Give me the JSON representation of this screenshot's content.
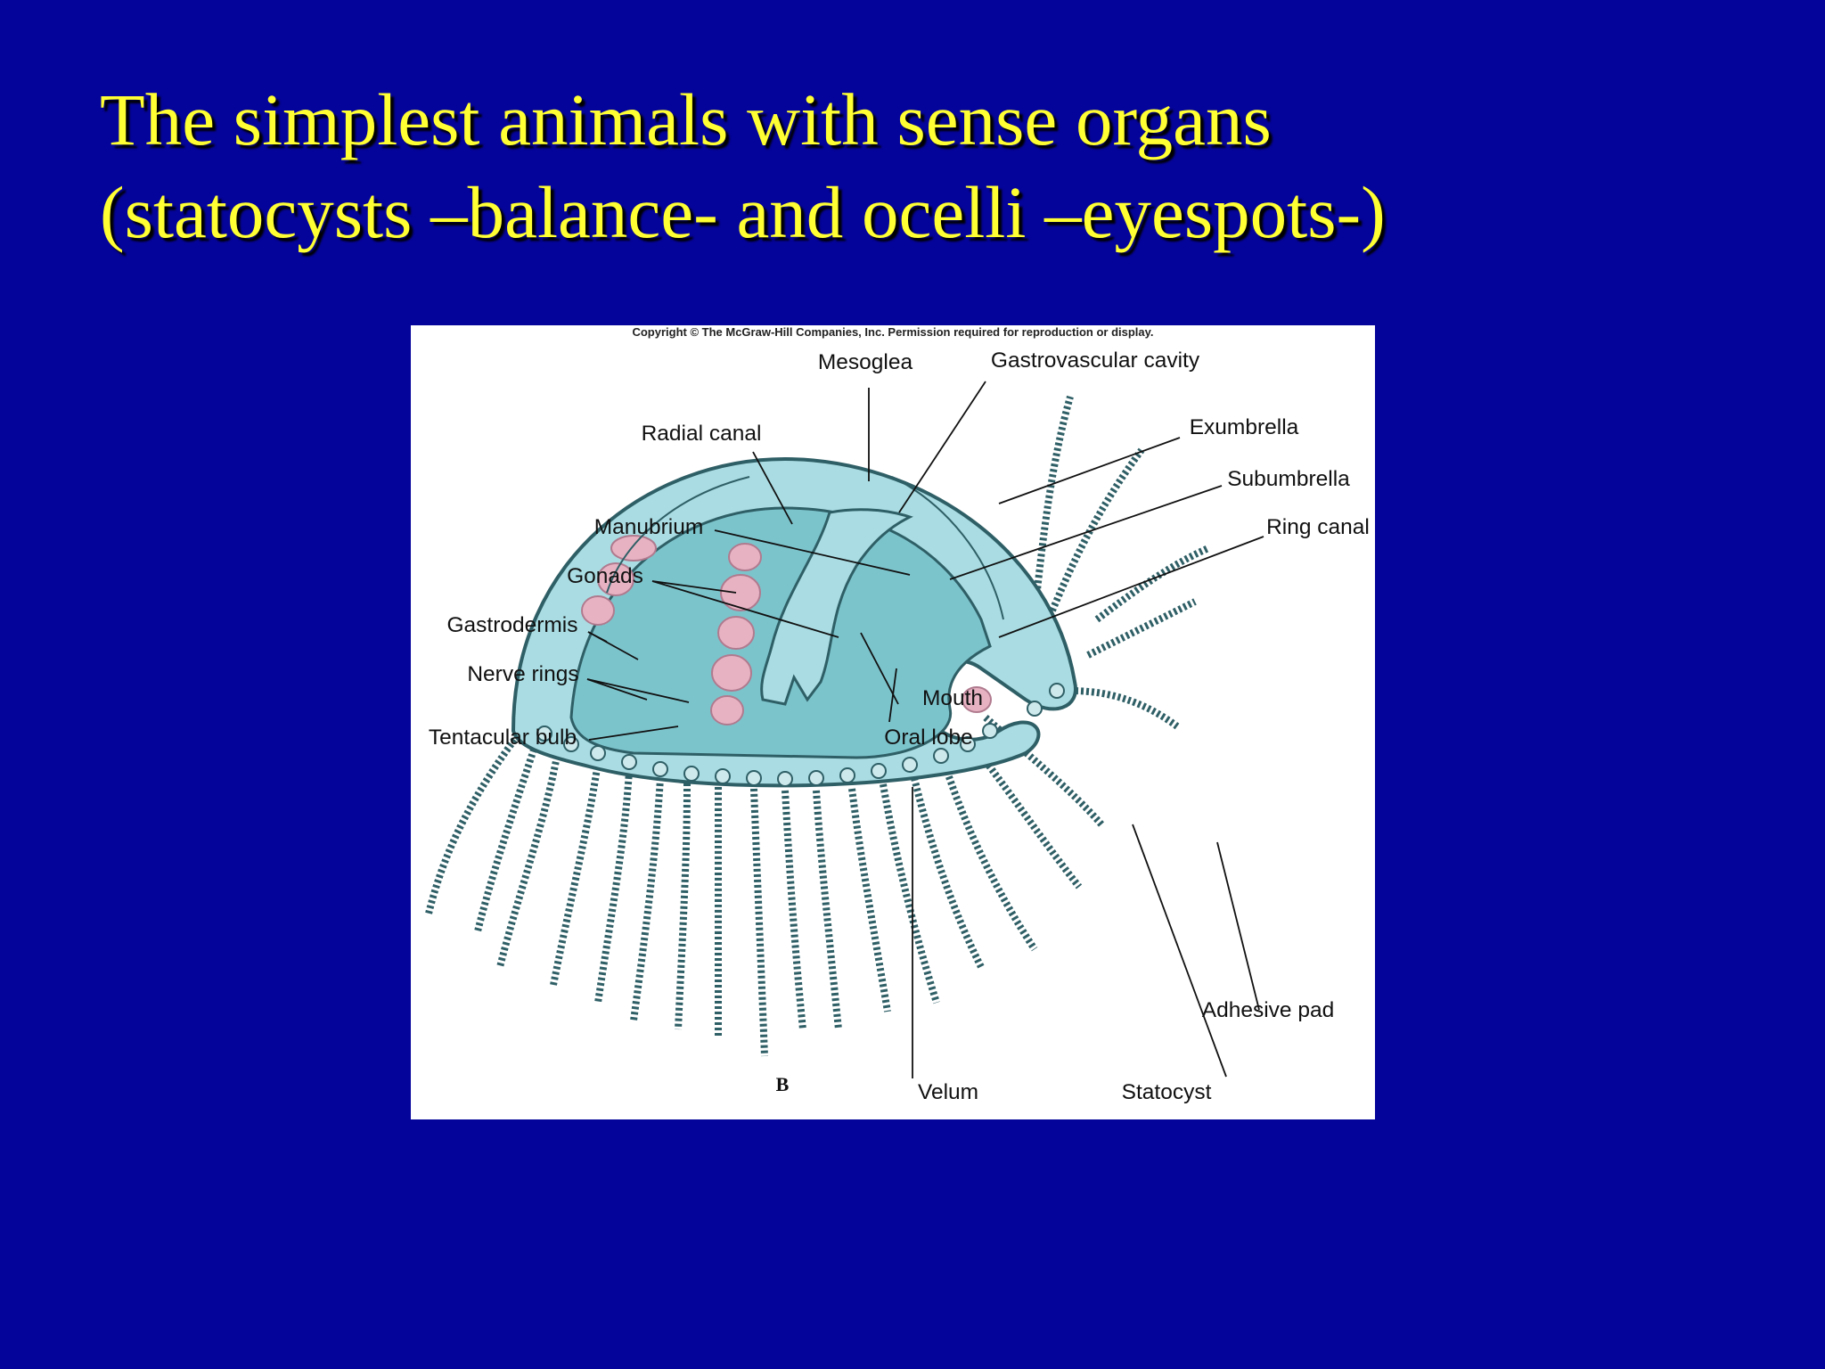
{
  "slide": {
    "title_line1": "The simplest animals with sense organs",
    "title_line2": "(statocysts –balance-  and ocelli –eyespots-)"
  },
  "figure": {
    "copyright": "Copyright © The McGraw-Hill Companies, Inc. Permission required for reproduction or display.",
    "panel_letter": "B",
    "labels": {
      "mesoglea": "Mesoglea",
      "gastrovascular_cavity": "Gastrovascular cavity",
      "radial_canal": "Radial canal",
      "exumbrella": "Exumbrella",
      "subumbrella": "Subumbrella",
      "manubrium": "Manubrium",
      "ring_canal": "Ring canal",
      "gonads": "Gonads",
      "gastrodermis": "Gastrodermis",
      "nerve_rings": "Nerve rings",
      "mouth": "Mouth",
      "tentacular_bulb": "Tentacular bulb",
      "oral_lobe": "Oral lobe",
      "adhesive_pad": "Adhesive pad",
      "velum": "Velum",
      "statocyst": "Statocyst"
    },
    "colors": {
      "body": "#a9dde3",
      "cavity": "#7cc4cc",
      "outline": "#2f5f66",
      "gonad": "#e7b3c3"
    }
  }
}
